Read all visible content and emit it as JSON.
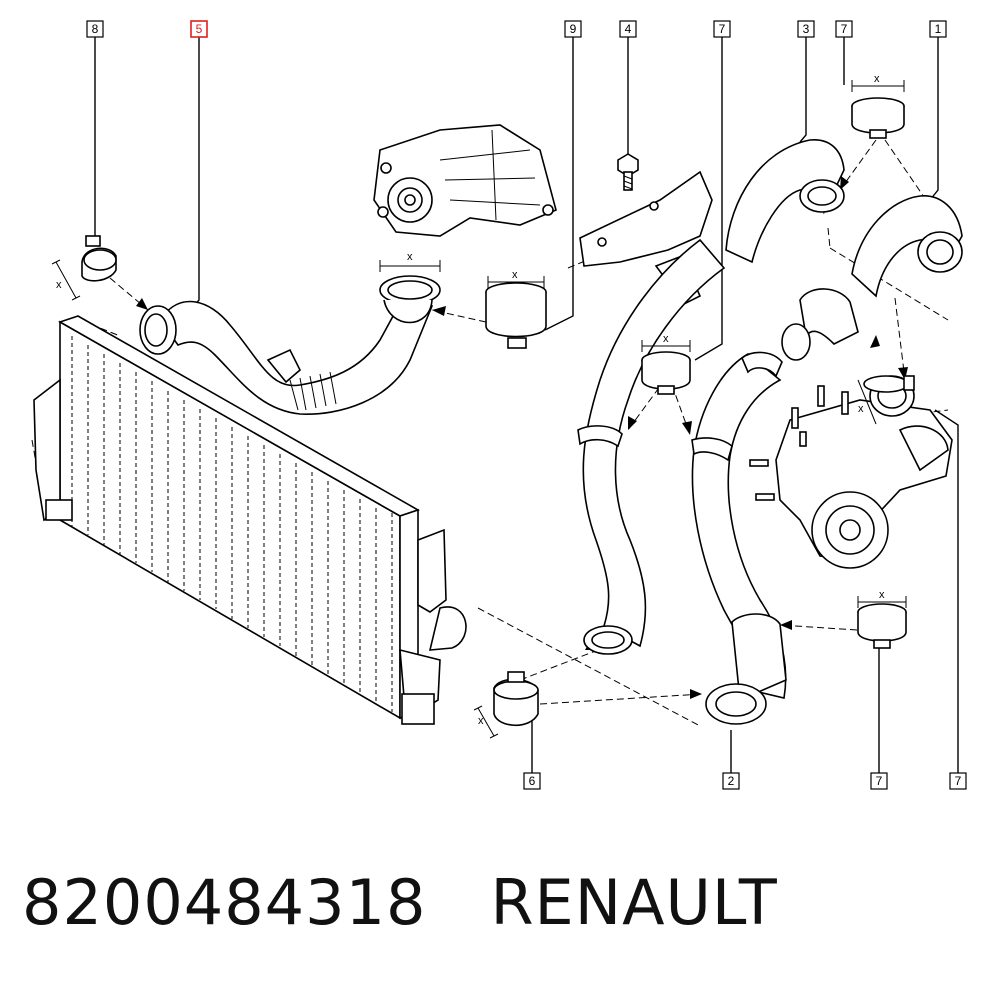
{
  "callouts": {
    "c8_left": "8",
    "c5": "5",
    "c9": "9",
    "c4": "4",
    "c7_top_a": "7",
    "c3": "3",
    "c7_top_b": "7",
    "c1": "1",
    "c6": "6",
    "c2": "2",
    "c7_bottom_a": "7",
    "c7_bottom_b": "7"
  },
  "dimension_label": "x",
  "highlight_color": "#e0201c",
  "footer": {
    "part_number": "8200484318",
    "brand": "RENAULT"
  }
}
